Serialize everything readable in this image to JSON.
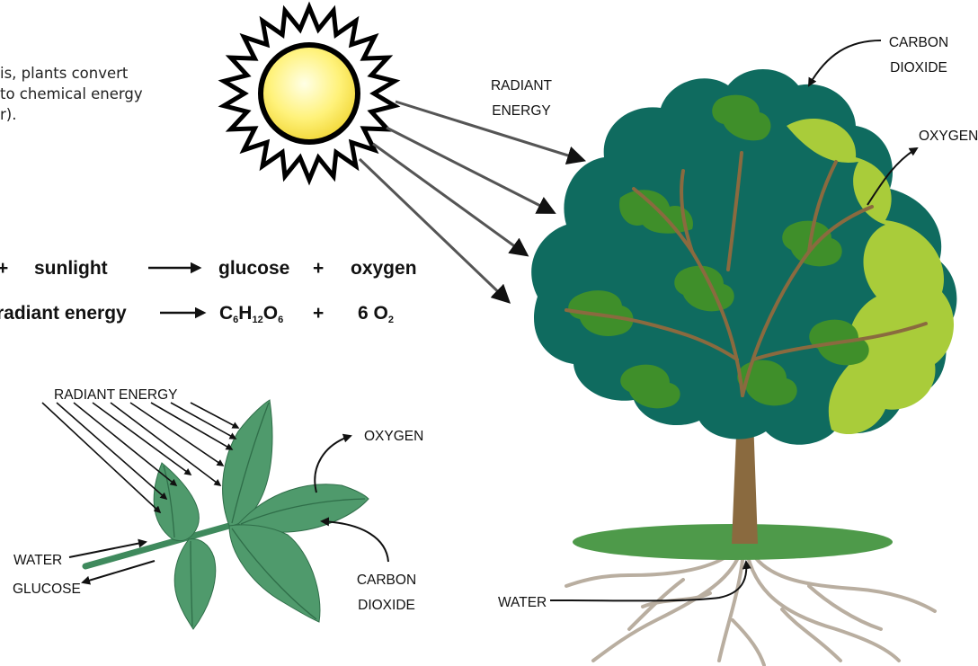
{
  "intro_lines": [
    "is, plants convert",
    "to chemical energy",
    "r)."
  ],
  "equation": {
    "line1": {
      "plus1": "+",
      "reactant": "sunlight",
      "product1": "glucose",
      "plus2": "+",
      "product2": "oxygen"
    },
    "line2": {
      "reactant": "radiant energy",
      "glucose": {
        "c": "C",
        "c_sub": "6",
        "h": "H",
        "h_sub": "12",
        "o": "O",
        "o_sub": "6"
      },
      "plus": "+",
      "oxygen": {
        "coef": "6 O",
        "sub": "2"
      }
    }
  },
  "tree_labels": {
    "radiant_energy": [
      "RADIANT",
      "ENERGY"
    ],
    "carbon_dioxide": [
      "CARBON",
      "DIOXIDE"
    ],
    "oxygen": "OXYGEN",
    "water": "WATER"
  },
  "leaf_labels": {
    "radiant_energy": "RADIANT ENERGY",
    "oxygen": "OXYGEN",
    "water": "WATER",
    "glucose": "GLUCOSE",
    "carbon_dioxide": [
      "CARBON",
      "DIOXIDE"
    ]
  },
  "colors": {
    "sun_fill": "#fff27a",
    "sun_ring": "#000000",
    "canopy_dark": "#0f6b5f",
    "canopy_mid": "#3f8f2a",
    "canopy_light": "#a9cc3a",
    "trunk": "#8a6a3f",
    "ground": "#4e9a4a",
    "roots": "#b9aea0",
    "leaf": "#4f9a6c",
    "leaf_vein": "#2f6e49"
  },
  "icons": {
    "sun": "sun-icon",
    "tree": "tree-icon",
    "leaf": "leaf-icon"
  }
}
